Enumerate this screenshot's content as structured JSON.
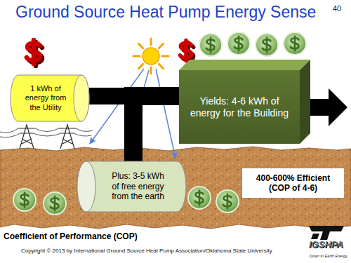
{
  "diagram": {
    "title": "Ground Source Heat Pump Energy Sense",
    "caption": "Coefficient of Performance (COP)",
    "nodes": [
      {
        "text": [
          "1 kWh of energy from the Utility"
        ]
      },
      {
        "text": [
          "Yields: 4-6 kWh of energy for the Building"
        ]
      },
      {
        "text": [
          "Plus: 3-5 kWh of free energy from the earth"
        ]
      },
      {
        "text": [
          "400-600% Efficient (COP of 4-6)"
        ]
      }
    ],
    "edges": [
      {
        "from": 0,
        "to": 1,
        "arrow": "none"
      },
      {
        "from": 2,
        "to": 1,
        "arrow": "none"
      }
    ],
    "labels": [
      "40",
      "Copyright © 2013 by International Ground Source Heat Pump Association/Oklahoma State University",
      "IGSHPA",
      "Down to Earth Energy"
    ]
  }
}
